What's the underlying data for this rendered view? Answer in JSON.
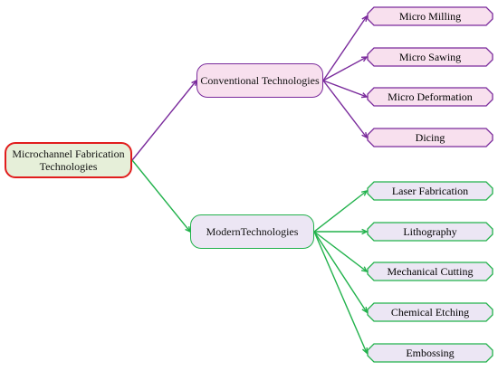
{
  "root": {
    "label": "Microchannel Fabrication Technologies"
  },
  "branches": [
    {
      "label": "Conventional Technologies",
      "color": "#7a2b9c",
      "fill": "#f8e0ee",
      "leaves": [
        "Micro Milling",
        "Micro Sawing",
        "Micro Deformation",
        "Dicing"
      ]
    },
    {
      "label": "ModernTechnologies",
      "color": "#22b24c",
      "fill": "#ece6f4",
      "leaves": [
        "Laser Fabrication",
        "Lithography",
        "Mechanical Cutting",
        "Chemical Etching",
        "Embossing"
      ]
    }
  ],
  "colors": {
    "root_border": "#e11d1d",
    "root_fill": "#e6efd9"
  }
}
